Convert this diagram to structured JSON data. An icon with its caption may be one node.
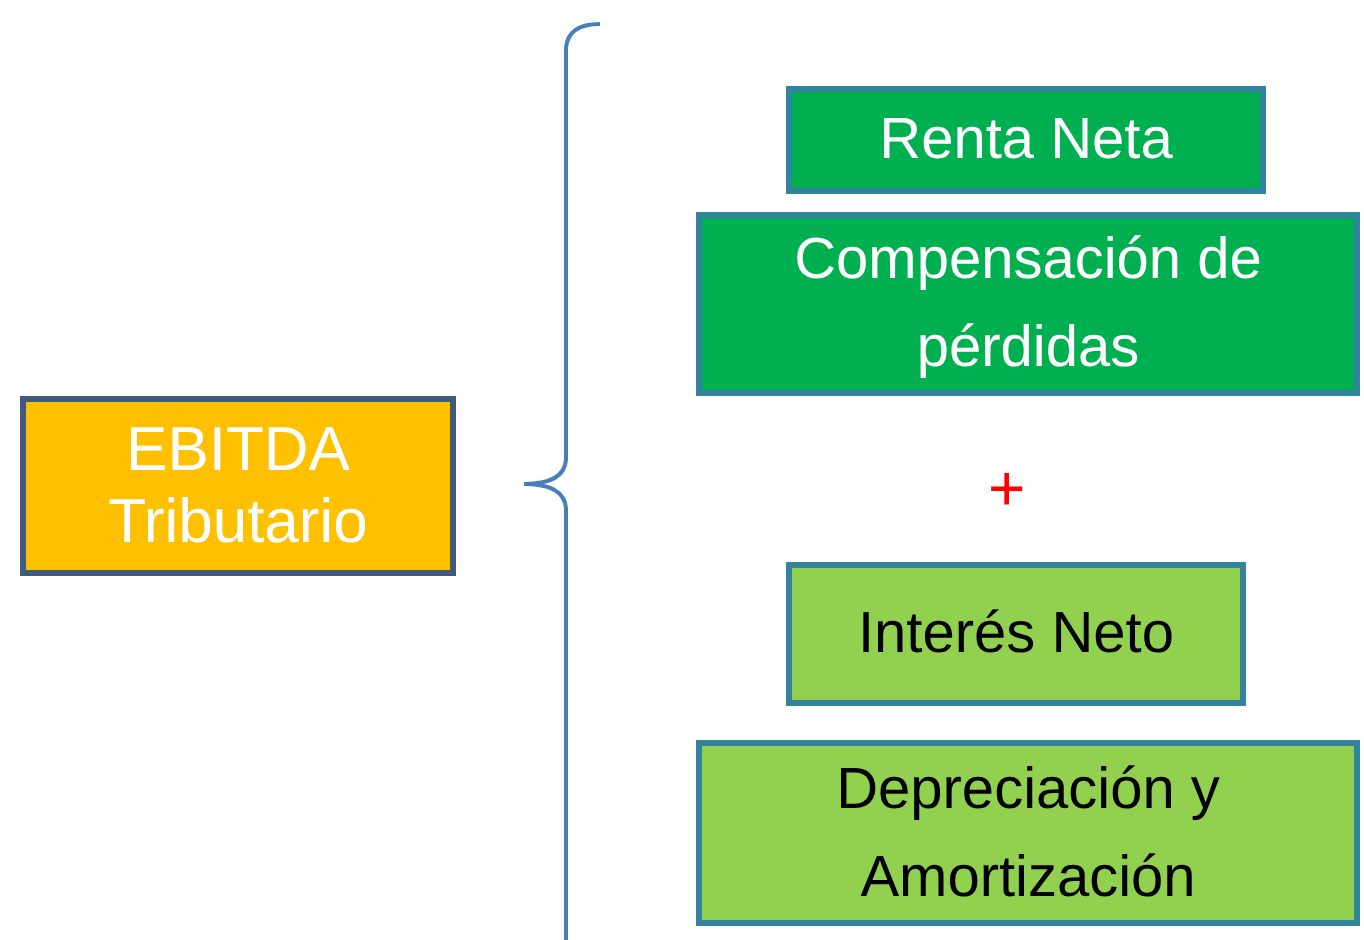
{
  "diagram": {
    "nodes": [
      {
        "text": [
          "EBITDA Tributario"
        ]
      },
      {
        "text": [
          "Renta Neta"
        ]
      },
      {
        "text": [
          "Compensación de pérdidas"
        ]
      },
      {
        "text": [
          "Interés Neto"
        ]
      },
      {
        "text": [
          "Depreciación y Amortización"
        ]
      }
    ],
    "labels": [
      "+"
    ]
  }
}
